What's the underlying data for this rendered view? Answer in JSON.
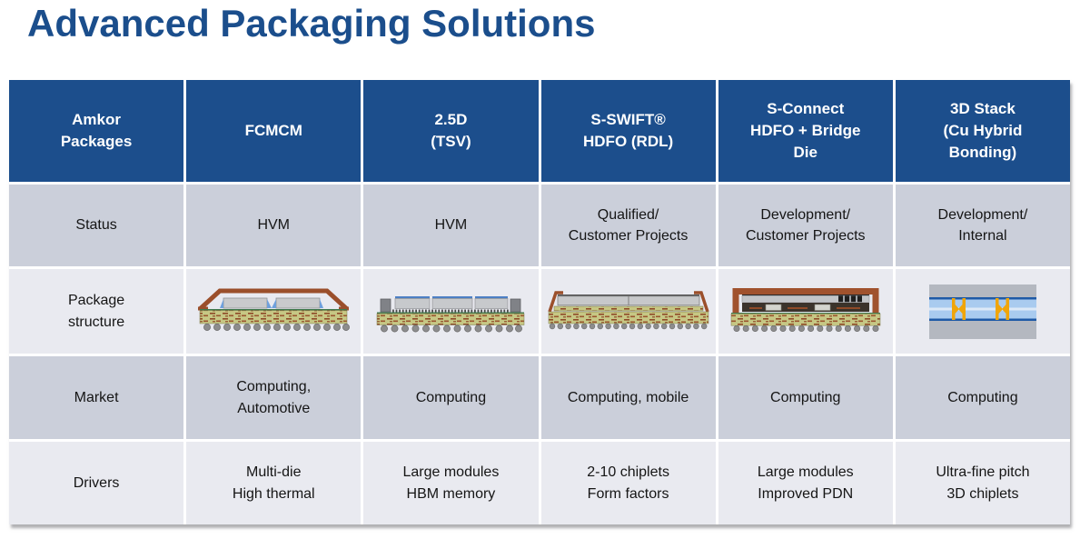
{
  "title": "Advanced Packaging Solutions",
  "colors": {
    "title_text": "#1B4E8C",
    "header_bg": "#1C4E8C",
    "header_text": "#FFFFFF",
    "row_gray_bg": "#CBCFDA",
    "row_light_bg": "#E9EAF0",
    "substrate": "#C6C784",
    "copper_lid": "#9B4F2B",
    "die_gray": "#C7C9CC",
    "stack_blue_band": "#A9CBEF",
    "stack_dark_blue": "#1F5AA6",
    "stack_arrow_yellow": "#F0A50A"
  },
  "table": {
    "header": [
      "Amkor\nPackages",
      "FCMCM",
      "2.5D\n(TSV)",
      "S-SWIFT®\nHDFO (RDL)",
      "S-Connect\nHDFO + Bridge\nDie",
      "3D Stack\n(Cu Hybrid\nBonding)"
    ],
    "rows": [
      {
        "label": "Status",
        "cells": [
          "HVM",
          "HVM",
          "Qualified/\nCustomer Projects",
          "Development/\nCustomer Projects",
          "Development/\nInternal"
        ]
      },
      {
        "label": "Package\nstructure",
        "diagrams": [
          "fcmcm-cross-section-diagram",
          "tsv-interposer-cross-section-diagram",
          "s-swift-hdfo-cross-section-diagram",
          "s-connect-bridge-cross-section-diagram",
          "3d-stack-hybrid-bonding-diagram"
        ]
      },
      {
        "label": "Market",
        "cells": [
          "Computing,\nAutomotive",
          "Computing",
          "Computing, mobile",
          "Computing",
          "Computing"
        ]
      },
      {
        "label": "Drivers",
        "cells": [
          "Multi-die\nHigh thermal",
          "Large modules\nHBM memory",
          "2-10 chiplets\nForm factors",
          "Large modules\nImproved PDN",
          "Ultra-fine pitch\n3D chiplets"
        ]
      }
    ]
  }
}
